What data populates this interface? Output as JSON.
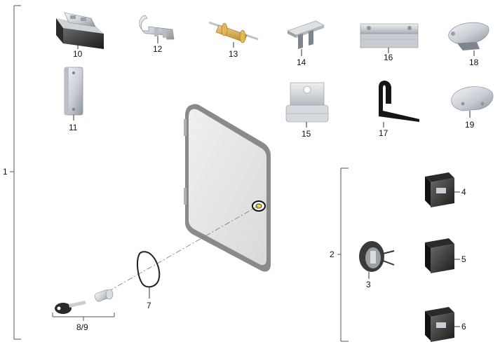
{
  "labels": {
    "l1": "1",
    "l2": "2",
    "l3": "3",
    "l4": "4",
    "l5": "5",
    "l6": "6",
    "l7": "7",
    "l89": "8/9",
    "l10": "10",
    "l11": "11",
    "l12": "12",
    "l13": "13",
    "l14": "14",
    "l15": "15",
    "l16": "16",
    "l17": "17",
    "l18": "18",
    "l19": "19"
  },
  "colors": {
    "line": "#555555",
    "door_frame": "#7a7a7a",
    "door_panel": "#e6e6e6",
    "metal_light": "#d8dce0",
    "metal_dark": "#8e9399",
    "black_part": "#1b1b1b",
    "brass": "#d4a447",
    "gasket": "#222222"
  }
}
